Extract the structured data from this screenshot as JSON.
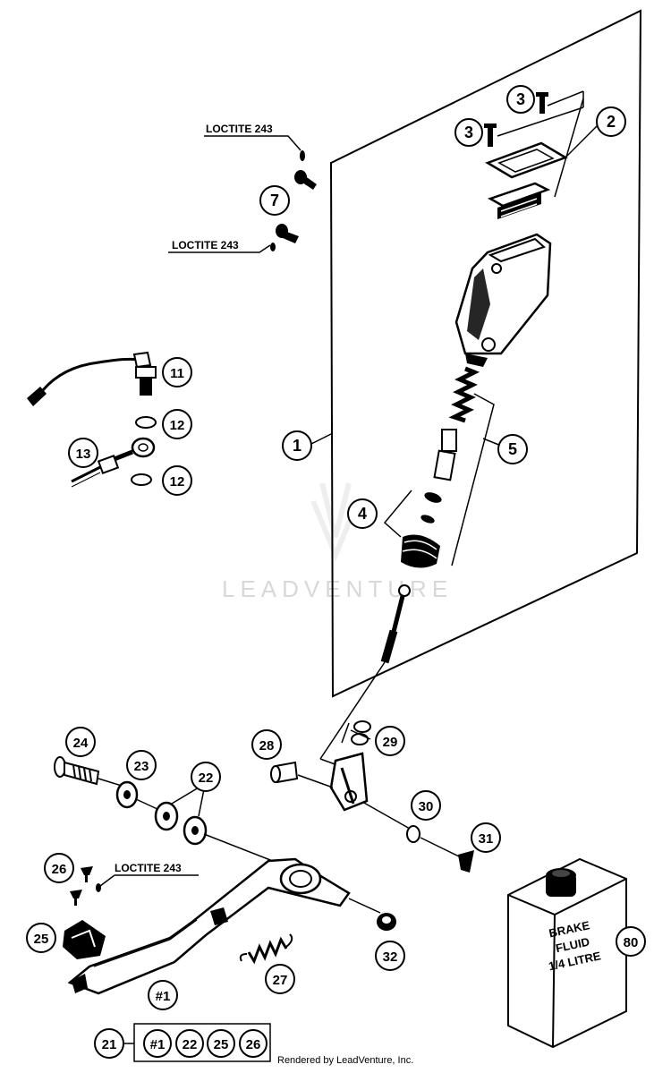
{
  "watermark": "LEADVENTURE",
  "credit": "Rendered by LeadVenture, Inc.",
  "loctite": [
    "LOCTITE 243",
    "LOCTITE 243",
    "LOCTITE 243"
  ],
  "bottle": {
    "line1": "BRAKE",
    "line2": "FLUID",
    "line3": "1/4 LITRE"
  },
  "callouts": {
    "c1": "1",
    "c2": "2",
    "c3a": "3",
    "c3b": "3",
    "c4": "4",
    "c5": "5",
    "c7": "7",
    "c11": "11",
    "c12a": "12",
    "c12b": "12",
    "c13": "13",
    "c21": "21",
    "c22": "22",
    "c23": "23",
    "c24": "24",
    "c25": "25",
    "c26": "26",
    "c27": "27",
    "c28": "28",
    "c29": "29",
    "c30": "30",
    "c31": "31",
    "c32": "32",
    "c80": "80",
    "c_pedal": "#1"
  },
  "kit": [
    "#1",
    "22",
    "25",
    "26"
  ]
}
